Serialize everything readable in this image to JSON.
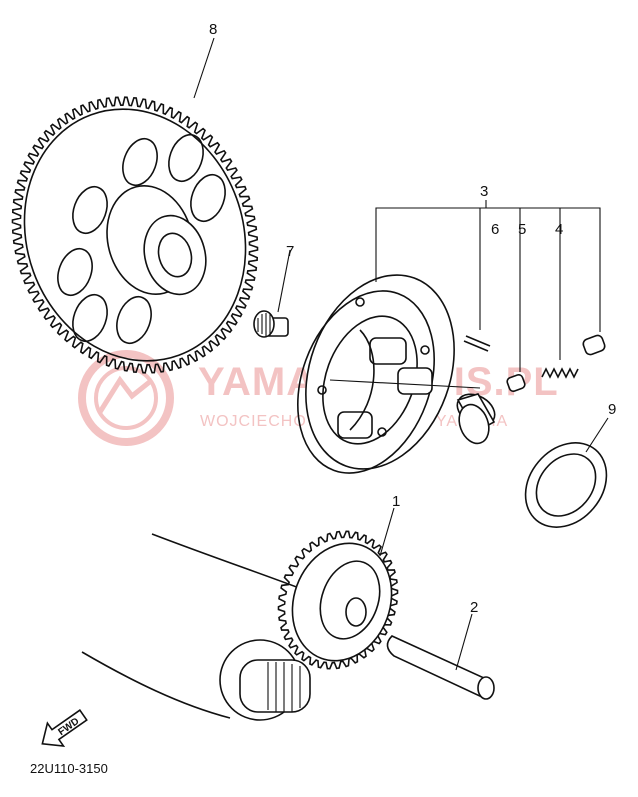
{
  "callouts": [
    {
      "id": "8",
      "text": "8"
    },
    {
      "id": "3",
      "text": "3"
    },
    {
      "id": "6",
      "text": "6"
    },
    {
      "id": "5",
      "text": "5"
    },
    {
      "id": "4",
      "text": "4"
    },
    {
      "id": "7",
      "text": "7"
    },
    {
      "id": "9",
      "text": "9"
    },
    {
      "id": "1",
      "text": "1"
    },
    {
      "id": "2",
      "text": "2"
    }
  ],
  "watermark": {
    "main": "YAMA-SERWIS.PL",
    "sub": "WOJCIECHOWSKI MODELE YAMAHA"
  },
  "part_number": "22U110-3150",
  "fwd_label": "FWD",
  "colors": {
    "line": "#111111",
    "watermark": "#f3c3c3",
    "background": "#ffffff"
  }
}
